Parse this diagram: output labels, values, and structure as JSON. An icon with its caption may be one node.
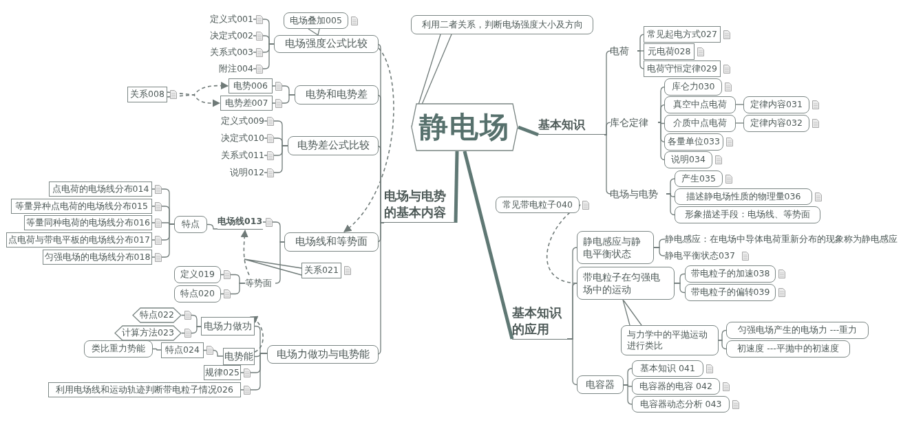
{
  "diagram": {
    "nodes": [
      {
        "text": [
          "静电场"
        ]
      },
      {
        "text": [
          "电场与电势的基本内容"
        ]
      },
      {
        "text": [
          "基本知识"
        ]
      },
      {
        "text": [
          "基本知识的应用"
        ]
      },
      {
        "text": [
          "利用二者关系，判断电场强度大小及方向"
        ]
      },
      {
        "text": [
          "电场强度公式比较"
        ]
      },
      {
        "text": [
          "定义式001"
        ]
      },
      {
        "text": [
          "决定式002"
        ]
      },
      {
        "text": [
          "关系式003"
        ]
      },
      {
        "text": [
          "附注004"
        ]
      },
      {
        "text": [
          "电场叠加005"
        ]
      },
      {
        "text": [
          "电势和电势差"
        ]
      },
      {
        "text": [
          "电势006"
        ]
      },
      {
        "text": [
          "电势差007"
        ]
      },
      {
        "text": [
          "关系008"
        ]
      },
      {
        "text": [
          "电势差公式比较"
        ]
      },
      {
        "text": [
          "定义式009"
        ]
      },
      {
        "text": [
          "决定式010"
        ]
      },
      {
        "text": [
          "关系式011"
        ]
      },
      {
        "text": [
          "说明012"
        ]
      },
      {
        "text": [
          "电场线和等势面"
        ]
      },
      {
        "text": [
          "电场线013"
        ]
      },
      {
        "text": [
          "特点"
        ]
      },
      {
        "text": [
          "点电荷的电场线分布014"
        ]
      },
      {
        "text": [
          "等量异种点电荷的电场线分布015"
        ]
      },
      {
        "text": [
          "等量同种电荷的电场线分布016"
        ]
      },
      {
        "text": [
          "点电荷与带电平板的电场线分布017"
        ]
      },
      {
        "text": [
          "匀强电场的电场线分布018"
        ]
      },
      {
        "text": [
          "等势面"
        ]
      },
      {
        "text": [
          "定义019"
        ]
      },
      {
        "text": [
          "特点020"
        ]
      },
      {
        "text": [
          "关系021"
        ]
      },
      {
        "text": [
          "电场力做功与电势能"
        ]
      },
      {
        "text": [
          "电场力做功"
        ]
      },
      {
        "text": [
          "特点022"
        ]
      },
      {
        "text": [
          "计算方法023"
        ]
      },
      {
        "text": [
          "电势能"
        ]
      },
      {
        "text": [
          "特点024"
        ]
      },
      {
        "text": [
          "类比重力势能"
        ]
      },
      {
        "text": [
          "规律025"
        ]
      },
      {
        "text": [
          "利用电场线和运动轨迹判断带电粒子情况026"
        ]
      },
      {
        "text": [
          "电荷"
        ]
      },
      {
        "text": [
          "常见起电方式027"
        ]
      },
      {
        "text": [
          "元电荷028"
        ]
      },
      {
        "text": [
          "电荷守恒定律029"
        ]
      },
      {
        "text": [
          "库仑定律"
        ]
      },
      {
        "text": [
          "库仑力030"
        ]
      },
      {
        "text": [
          "真空中点电荷"
        ]
      },
      {
        "text": [
          "定律内容031"
        ]
      },
      {
        "text": [
          "介质中点电荷"
        ]
      },
      {
        "text": [
          "定律内容032"
        ]
      },
      {
        "text": [
          "各量单位033"
        ]
      },
      {
        "text": [
          "说明034"
        ]
      },
      {
        "text": [
          "电场与电势"
        ]
      },
      {
        "text": [
          "产生035"
        ]
      },
      {
        "text": [
          "描述静电场性质的物理量036"
        ]
      },
      {
        "text": [
          "形象描述手段：电场线、等势面"
        ]
      },
      {
        "text": [
          "静电感应与静电平衡状态"
        ]
      },
      {
        "text": [
          "静电感应：在电场中导体电荷重新分布的现象称为静电感应"
        ]
      },
      {
        "text": [
          "静电平衡状态037"
        ]
      },
      {
        "text": [
          "带电粒子在匀强电场中的运动"
        ]
      },
      {
        "text": [
          "带电粒子的加速038"
        ]
      },
      {
        "text": [
          "带电粒子的偏转039"
        ]
      },
      {
        "text": [
          "与力学中的平抛运动进行类比"
        ]
      },
      {
        "text": [
          "匀强电场产生的电场力 ---重力"
        ]
      },
      {
        "text": [
          "初速度 ---平抛中的初速度"
        ]
      },
      {
        "text": [
          "常见带电粒子040"
        ]
      },
      {
        "text": [
          "电容器"
        ]
      },
      {
        "text": [
          "基本知识 041"
        ]
      },
      {
        "text": [
          "电容器的电容 042"
        ]
      },
      {
        "text": [
          "电容器动态分析 043"
        ]
      }
    ],
    "edges": [
      {
        "from": 0,
        "to": 1,
        "arrow": "none",
        "style": "thick"
      },
      {
        "from": 0,
        "to": 2,
        "arrow": "none",
        "style": "thick"
      },
      {
        "from": 0,
        "to": 3,
        "arrow": "none",
        "style": "thick"
      },
      {
        "from": 4,
        "to": 0,
        "arrow": "none"
      },
      {
        "from": 1,
        "to": 5,
        "arrow": "none"
      },
      {
        "from": 1,
        "to": 11,
        "arrow": "none"
      },
      {
        "from": 1,
        "to": 15,
        "arrow": "none"
      },
      {
        "from": 1,
        "to": 20,
        "arrow": "none"
      },
      {
        "from": 1,
        "to": 32,
        "arrow": "none"
      },
      {
        "from": 5,
        "to": 6,
        "arrow": "none"
      },
      {
        "from": 5,
        "to": 7,
        "arrow": "none"
      },
      {
        "from": 5,
        "to": 8,
        "arrow": "none"
      },
      {
        "from": 5,
        "to": 9,
        "arrow": "none"
      },
      {
        "from": 10,
        "to": 5,
        "arrow": "none"
      },
      {
        "from": 11,
        "to": 12,
        "arrow": "none"
      },
      {
        "from": 11,
        "to": 13,
        "arrow": "none"
      },
      {
        "from": 14,
        "to": 12,
        "arrow": "to",
        "style": "dashed"
      },
      {
        "from": 14,
        "to": 13,
        "arrow": "to",
        "style": "dashed"
      },
      {
        "from": 15,
        "to": 16,
        "arrow": "none"
      },
      {
        "from": 15,
        "to": 17,
        "arrow": "none"
      },
      {
        "from": 15,
        "to": 18,
        "arrow": "none"
      },
      {
        "from": 15,
        "to": 19,
        "arrow": "none"
      },
      {
        "from": 5,
        "to": 20,
        "arrow": "to",
        "style": "dashed"
      },
      {
        "from": 20,
        "to": 21,
        "arrow": "none"
      },
      {
        "from": 21,
        "to": 22,
        "arrow": "none"
      },
      {
        "from": 22,
        "to": 23,
        "arrow": "none"
      },
      {
        "from": 22,
        "to": 24,
        "arrow": "none"
      },
      {
        "from": 22,
        "to": 25,
        "arrow": "none"
      },
      {
        "from": 22,
        "to": 26,
        "arrow": "none"
      },
      {
        "from": 22,
        "to": 27,
        "arrow": "none"
      },
      {
        "from": 20,
        "to": 28,
        "arrow": "none"
      },
      {
        "from": 28,
        "to": 29,
        "arrow": "none"
      },
      {
        "from": 28,
        "to": 30,
        "arrow": "none"
      },
      {
        "from": 28,
        "to": 21,
        "arrow": "to",
        "style": "dashed"
      },
      {
        "from": 31,
        "to": null,
        "arrow": "none"
      },
      {
        "from": 32,
        "to": 33,
        "arrow": "none"
      },
      {
        "from": 33,
        "to": 34,
        "arrow": "none"
      },
      {
        "from": 33,
        "to": 35,
        "arrow": "none"
      },
      {
        "from": 32,
        "to": 36,
        "arrow": "none"
      },
      {
        "from": 36,
        "to": 37,
        "arrow": "none"
      },
      {
        "from": 37,
        "to": 38,
        "arrow": "none"
      },
      {
        "from": 36,
        "to": 33,
        "arrow": "to",
        "style": "dashed"
      },
      {
        "from": 32,
        "to": 39,
        "arrow": "none"
      },
      {
        "from": 32,
        "to": 40,
        "arrow": "none"
      },
      {
        "from": 2,
        "to": 41,
        "arrow": "none"
      },
      {
        "from": 41,
        "to": 42,
        "arrow": "none"
      },
      {
        "from": 41,
        "to": 43,
        "arrow": "none"
      },
      {
        "from": 41,
        "to": 44,
        "arrow": "none"
      },
      {
        "from": 2,
        "to": 45,
        "arrow": "none"
      },
      {
        "from": 45,
        "to": 46,
        "arrow": "none"
      },
      {
        "from": 45,
        "to": 47,
        "arrow": "none"
      },
      {
        "from": 47,
        "to": 48,
        "arrow": "none"
      },
      {
        "from": 45,
        "to": 49,
        "arrow": "none"
      },
      {
        "from": 49,
        "to": 50,
        "arrow": "none"
      },
      {
        "from": 45,
        "to": 51,
        "arrow": "none"
      },
      {
        "from": 45,
        "to": 52,
        "arrow": "none"
      },
      {
        "from": 2,
        "to": 53,
        "arrow": "none"
      },
      {
        "from": 53,
        "to": 54,
        "arrow": "none"
      },
      {
        "from": 53,
        "to": 55,
        "arrow": "none"
      },
      {
        "from": 53,
        "to": 56,
        "arrow": "none"
      },
      {
        "from": 3,
        "to": 57,
        "arrow": "none"
      },
      {
        "from": 57,
        "to": 58,
        "arrow": "none"
      },
      {
        "from": 57,
        "to": 59,
        "arrow": "none"
      },
      {
        "from": 3,
        "to": 60,
        "arrow": "none"
      },
      {
        "from": 60,
        "to": 61,
        "arrow": "none"
      },
      {
        "from": 60,
        "to": 62,
        "arrow": "none"
      },
      {
        "from": 63,
        "to": 60,
        "arrow": "none"
      },
      {
        "from": 63,
        "to": 64,
        "arrow": "none"
      },
      {
        "from": 63,
        "to": 65,
        "arrow": "none"
      },
      {
        "from": 60,
        "to": 66,
        "arrow": "to",
        "style": "dashed"
      },
      {
        "from": 3,
        "to": 67,
        "arrow": "none"
      },
      {
        "from": 67,
        "to": 68,
        "arrow": "none"
      },
      {
        "from": 67,
        "to": 69,
        "arrow": "none"
      },
      {
        "from": 67,
        "to": 70,
        "arrow": "none"
      }
    ]
  }
}
